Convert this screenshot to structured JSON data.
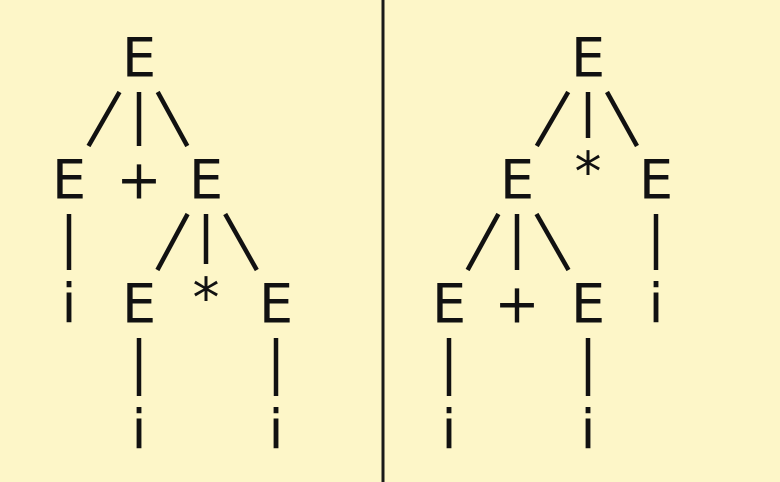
{
  "colors": {
    "background": "#fdf6c8",
    "ink": "#111111",
    "divider": "#1a1a1a"
  },
  "trees": [
    {
      "nodes": [
        {
          "id": "root",
          "label": "E"
        },
        {
          "id": "l1",
          "label": "E"
        },
        {
          "id": "plus",
          "label": "+"
        },
        {
          "id": "r1",
          "label": "E"
        },
        {
          "id": "i1",
          "label": "i"
        },
        {
          "id": "e2",
          "label": "E"
        },
        {
          "id": "star",
          "label": "*"
        },
        {
          "id": "e3",
          "label": "E"
        },
        {
          "id": "i2",
          "label": "i"
        },
        {
          "id": "i3",
          "label": "i"
        }
      ],
      "edges": [
        [
          "root",
          "l1"
        ],
        [
          "root",
          "plus"
        ],
        [
          "root",
          "r1"
        ],
        [
          "l1",
          "i1"
        ],
        [
          "r1",
          "e2"
        ],
        [
          "r1",
          "star"
        ],
        [
          "r1",
          "e3"
        ],
        [
          "e2",
          "i2"
        ],
        [
          "e3",
          "i3"
        ]
      ]
    },
    {
      "nodes": [
        {
          "id": "root",
          "label": "E"
        },
        {
          "id": "l1",
          "label": "E"
        },
        {
          "id": "star",
          "label": "*"
        },
        {
          "id": "r1",
          "label": "E"
        },
        {
          "id": "e2",
          "label": "E"
        },
        {
          "id": "plus",
          "label": "+"
        },
        {
          "id": "e3",
          "label": "E"
        },
        {
          "id": "i1",
          "label": "i"
        },
        {
          "id": "i2",
          "label": "i"
        },
        {
          "id": "i3",
          "label": "i"
        }
      ],
      "edges": [
        [
          "root",
          "l1"
        ],
        [
          "root",
          "star"
        ],
        [
          "root",
          "r1"
        ],
        [
          "l1",
          "e2"
        ],
        [
          "l1",
          "plus"
        ],
        [
          "l1",
          "e3"
        ],
        [
          "r1",
          "i1"
        ],
        [
          "e2",
          "i2"
        ],
        [
          "e3",
          "i3"
        ]
      ]
    }
  ]
}
